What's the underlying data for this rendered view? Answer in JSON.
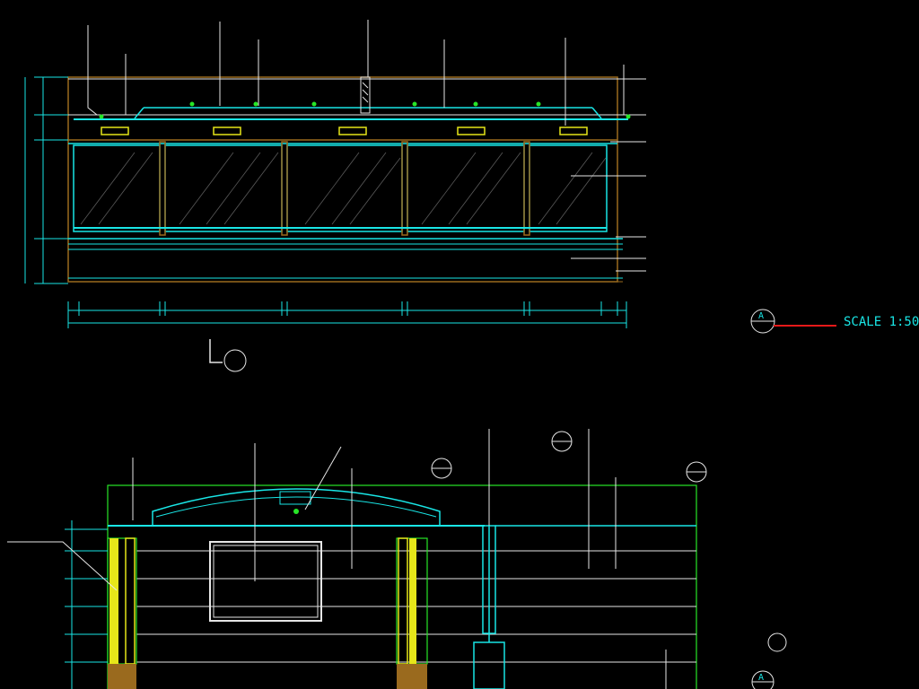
{
  "drawing": {
    "background": "#000000",
    "colors": {
      "cyan": "#19e6e6",
      "green": "#27e627",
      "white": "#e6e6e6",
      "brown": "#9a6a1e",
      "yellow": "#e6e619",
      "red": "#e61919",
      "gray": "#8c8c8c"
    },
    "upper_view": {
      "title_suffix": "SCALE 1:50",
      "title_marker_label": "A"
    },
    "lower_view": {
      "title_marker_label": "A"
    }
  }
}
